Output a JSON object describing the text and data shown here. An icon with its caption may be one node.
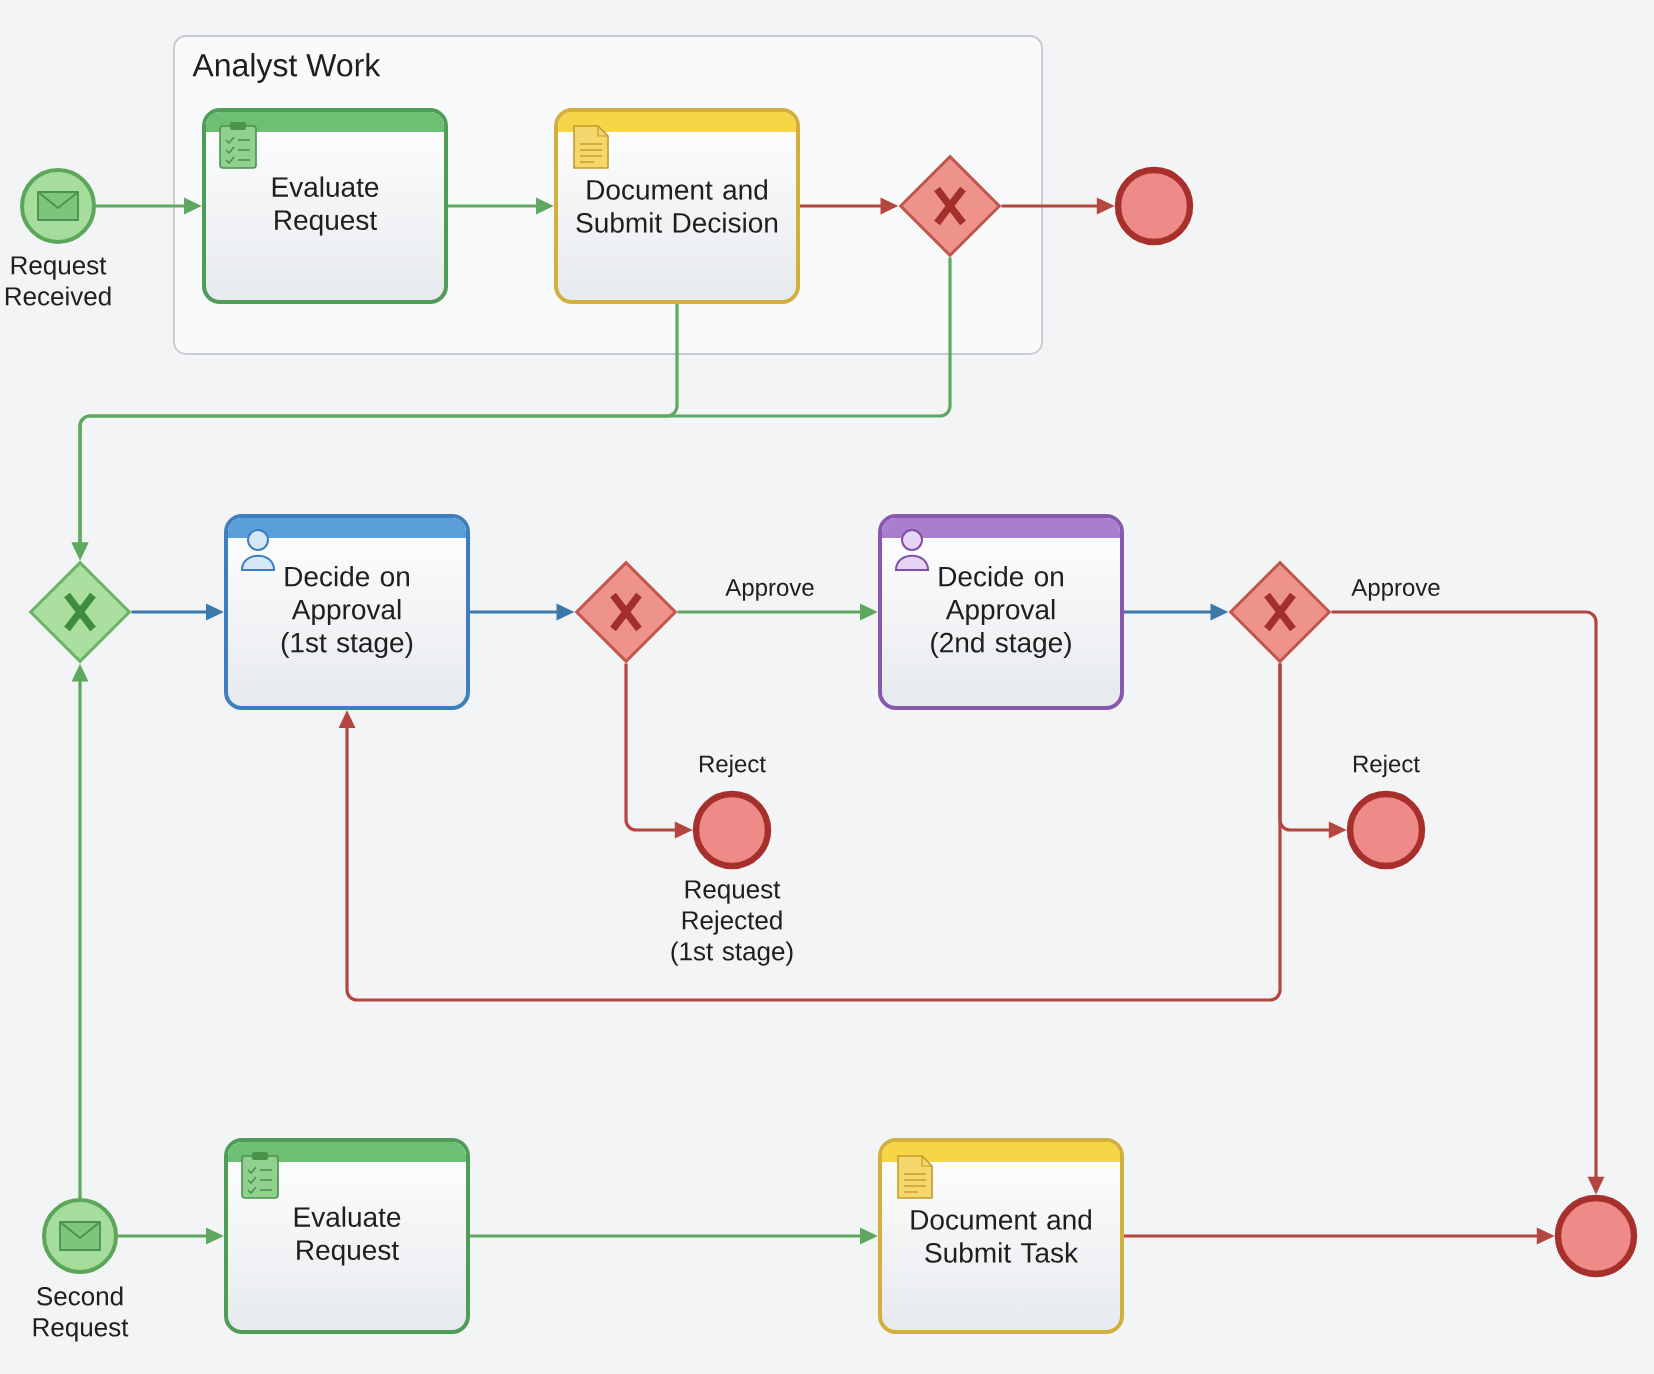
{
  "diagram": {
    "nodes": [
      {
        "text": [
          "Analyst Work"
        ]
      },
      {
        "text": [],
        "shape": "circle",
        "beside": [
          "Request Received"
        ]
      },
      {
        "text": [
          "Evaluate Request"
        ],
        "in": 0
      },
      {
        "text": [
          "Document and Submit Decision"
        ],
        "in": 0
      },
      {
        "text": [],
        "shape": "diamond",
        "in": 0
      },
      {
        "text": [],
        "shape": "circle"
      },
      {
        "text": [],
        "shape": "diamond"
      },
      {
        "text": [
          "Decide on Approval (1st stage)"
        ]
      },
      {
        "text": [],
        "shape": "diamond"
      },
      {
        "text": [
          "Decide on Approval (2nd stage)"
        ]
      },
      {
        "text": [],
        "shape": "diamond"
      },
      {
        "text": [],
        "shape": "circle",
        "beside": [
          "Request Rejected (1st stage)"
        ]
      },
      {
        "text": [],
        "shape": "circle"
      },
      {
        "text": [],
        "shape": "circle",
        "beside": [
          "Second Request"
        ]
      },
      {
        "text": [
          "Evaluate Request"
        ]
      },
      {
        "text": [
          "Document and Submit Task"
        ]
      },
      {
        "text": [],
        "shape": "circle"
      }
    ],
    "edges": [
      {
        "from": 1,
        "to": 2,
        "arrow": "to"
      },
      {
        "from": 2,
        "to": 3,
        "arrow": "to"
      },
      {
        "from": 3,
        "to": 4,
        "arrow": "to",
        "color": "#b5453f"
      },
      {
        "from": 4,
        "to": 5,
        "arrow": "to",
        "color": "#b5453f"
      },
      {
        "from": 3,
        "to": 6,
        "arrow": "to"
      },
      {
        "from": 4,
        "to": 6,
        "arrow": "to"
      },
      {
        "from": 13,
        "to": 6,
        "arrow": "to"
      },
      {
        "from": 6,
        "to": 7,
        "arrow": "to",
        "color": "#3b79aa"
      },
      {
        "from": 7,
        "to": 8,
        "arrow": "to",
        "color": "#3b79aa"
      },
      {
        "from": 8,
        "to": 9,
        "arrow": "to",
        "label": "Approve"
      },
      {
        "from": 8,
        "to": 11,
        "arrow": "to",
        "label": "Reject",
        "color": "#b5453f"
      },
      {
        "from": 9,
        "to": 10,
        "arrow": "to",
        "color": "#3b79aa"
      },
      {
        "from": 10,
        "to": 16,
        "arrow": "to",
        "label": "Approve",
        "color": "#b5453f"
      },
      {
        "from": 10,
        "to": 12,
        "arrow": "to",
        "label": "Reject",
        "color": "#b5453f"
      },
      {
        "from": 10,
        "to": 7,
        "arrow": "to",
        "color": "#b5453f"
      },
      {
        "from": 13,
        "to": 14,
        "arrow": "to"
      },
      {
        "from": 14,
        "to": 15,
        "arrow": "to"
      },
      {
        "from": 15,
        "to": 16,
        "arrow": "to",
        "color": "#b5453f"
      }
    ]
  }
}
